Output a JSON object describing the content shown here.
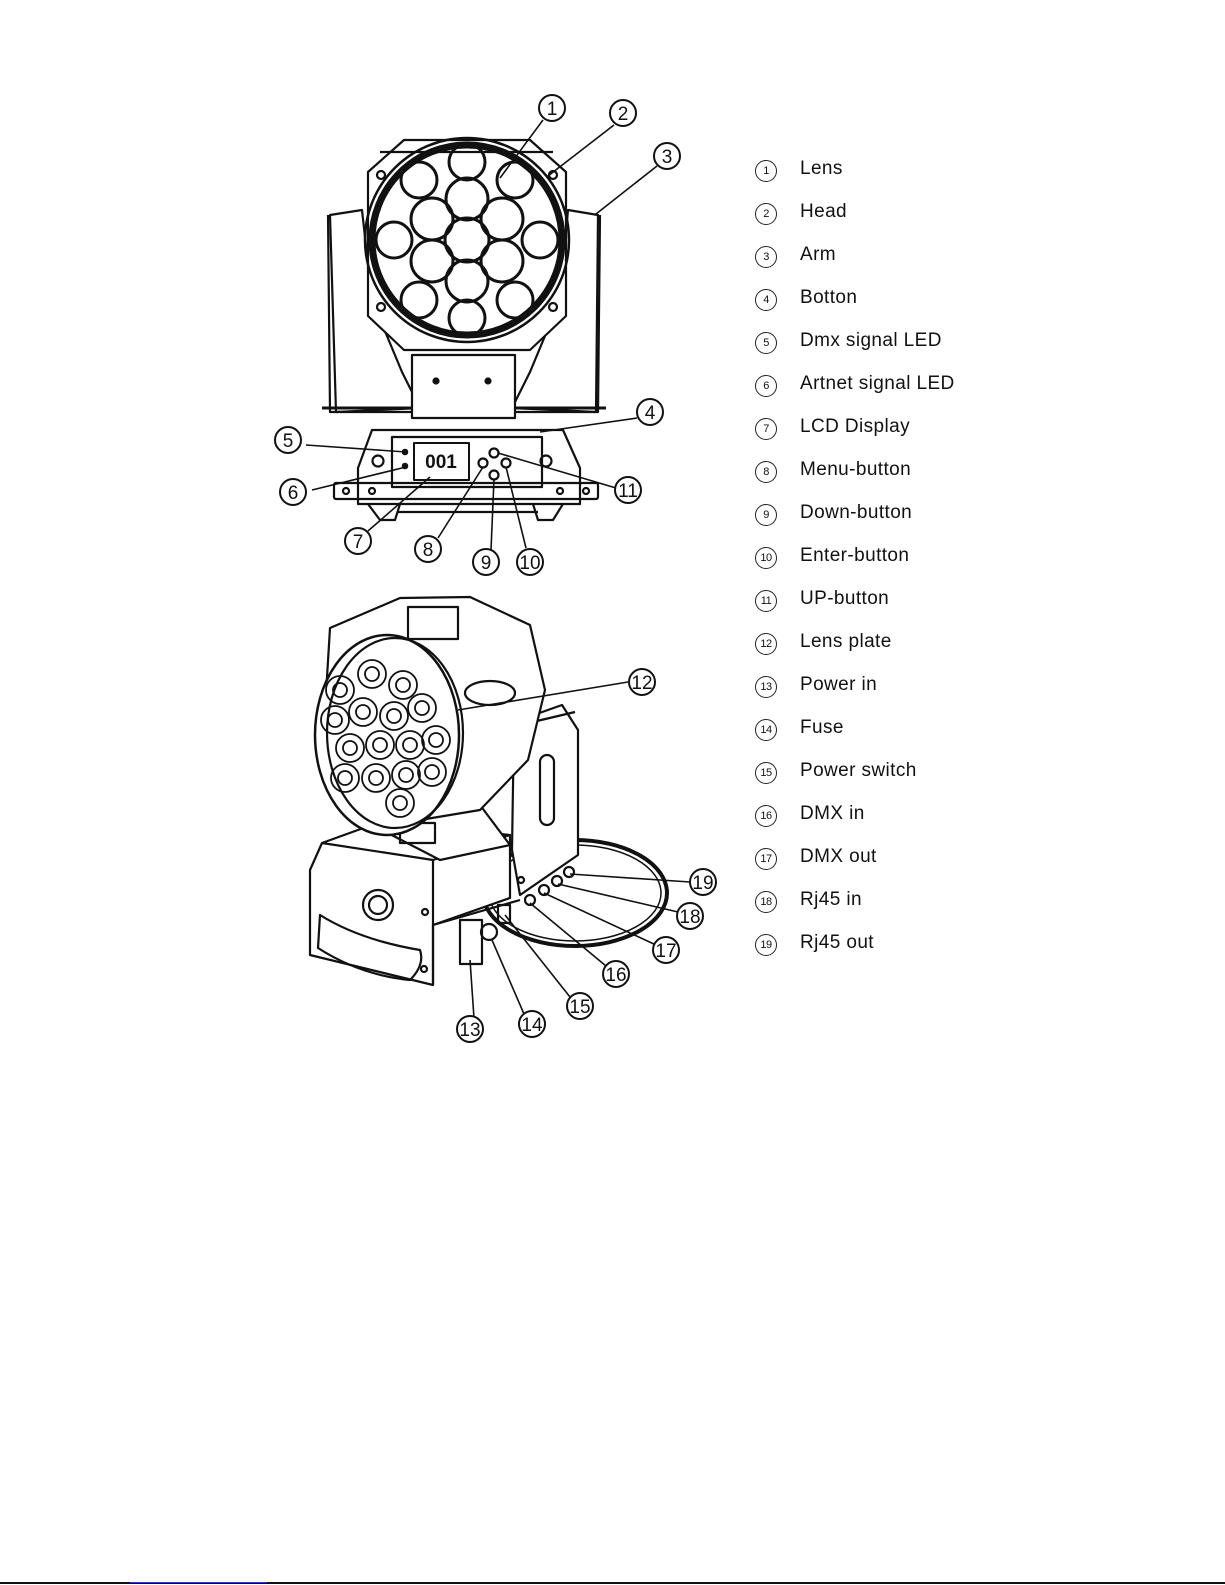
{
  "lcd_display_value": "001",
  "callouts": [
    "1",
    "2",
    "3",
    "4",
    "5",
    "6",
    "7",
    "8",
    "9",
    "10",
    "11",
    "12",
    "13",
    "14",
    "15",
    "16",
    "17",
    "18",
    "19"
  ],
  "legend": [
    {
      "num": "1",
      "label": "Lens"
    },
    {
      "num": "2",
      "label": "Head"
    },
    {
      "num": "3",
      "label": "Arm"
    },
    {
      "num": "4",
      "label": "Botton"
    },
    {
      "num": "5",
      "label": "Dmx signal LED"
    },
    {
      "num": "6",
      "label": "Artnet signal LED"
    },
    {
      "num": "7",
      "label": "LCD Display"
    },
    {
      "num": "8",
      "label": "Menu-button"
    },
    {
      "num": "9",
      "label": "Down-button"
    },
    {
      "num": "10",
      "label": "Enter-button"
    },
    {
      "num": "11",
      "label": "UP-button"
    },
    {
      "num": "12",
      "label": "Lens plate"
    },
    {
      "num": "13",
      "label": "Power in"
    },
    {
      "num": "14",
      "label": "Fuse"
    },
    {
      "num": "15",
      "label": "Power switch"
    },
    {
      "num": "16",
      "label": "DMX in"
    },
    {
      "num": "17",
      "label": "DMX out"
    },
    {
      "num": "18",
      "label": "Rj45 in"
    },
    {
      "num": "19",
      "label": "Rj45 out"
    }
  ]
}
